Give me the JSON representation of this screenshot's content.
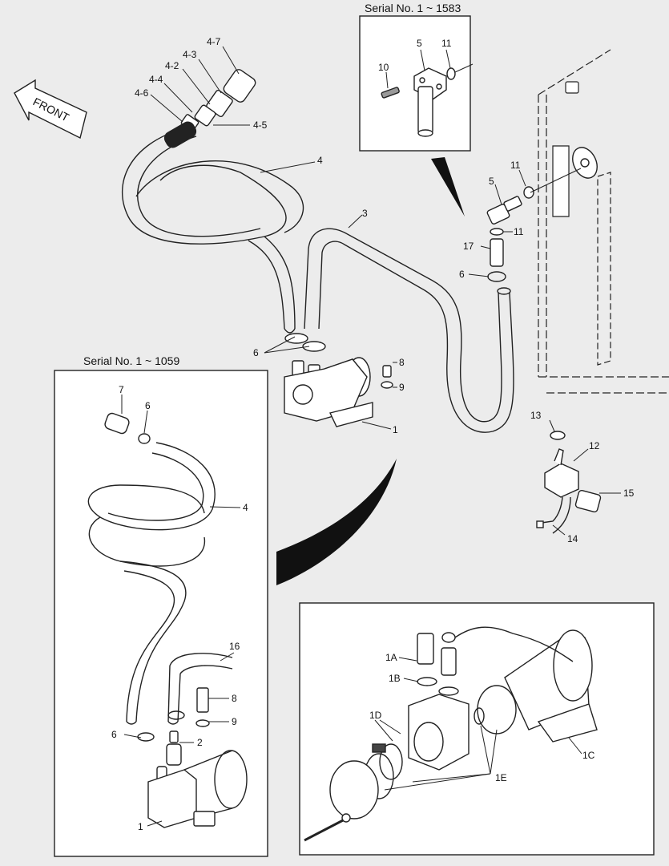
{
  "serial_top": "Serial No. 1 ~ 1583",
  "serial_left": "Serial No. 1 ~  1059",
  "front_label": "FRONT",
  "labels": {
    "l4_7": "4-7",
    "l4_3": "4-3",
    "l4_2": "4-2",
    "l4_4": "4-4",
    "l4_6": "4-6",
    "l4_5": "4-5",
    "l4_main": "4",
    "l3": "3",
    "l6_clamps": "6",
    "l8": "8",
    "l9": "9",
    "l1": "1",
    "inset_5": "5",
    "inset_11": "11",
    "inset_10": "10",
    "r11a": "11",
    "r5": "5",
    "r11b": "11",
    "r17": "17",
    "r6": "6",
    "r13": "13",
    "r12": "12",
    "r15": "15",
    "r14": "14",
    "lp7": "7",
    "lp6a": "6",
    "lp4": "4",
    "lp16": "16",
    "lp8": "8",
    "lp9": "9",
    "lp6b": "6",
    "lp2": "2",
    "lp1": "1",
    "ex1A": "1A",
    "ex1B": "1B",
    "ex1D": "1D",
    "ex1C": "1C",
    "ex1E": "1E"
  }
}
